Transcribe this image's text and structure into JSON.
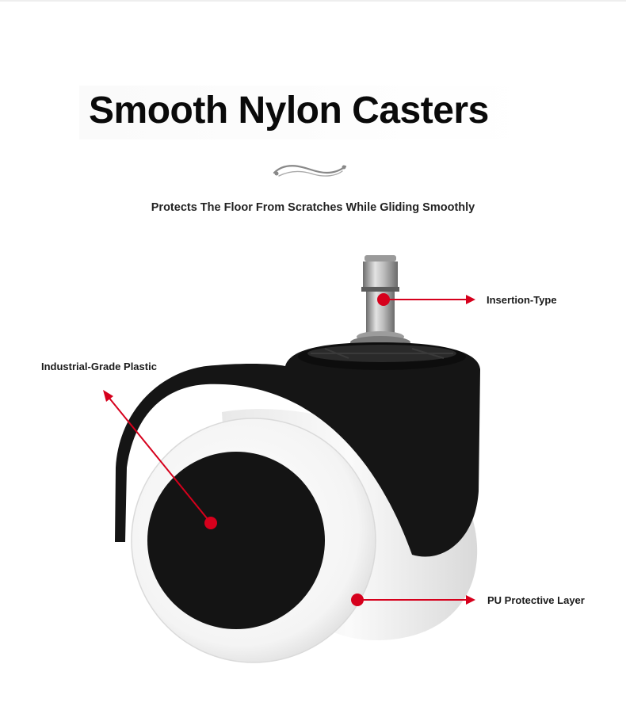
{
  "title": "Smooth Nylon Casters",
  "subtitle": "Protects The Floor From Scratches While Gliding Smoothly",
  "callouts": {
    "insertion": "Insertion-Type",
    "plastic": "Industrial-Grade Plastic",
    "pu_layer": "PU Protective Layer"
  },
  "colors": {
    "accent": "#d6001c",
    "housing": "#151515",
    "wheel": "#f7f7f7",
    "ornament": "#888888"
  },
  "icons": {
    "divider": "flourish-divider-icon",
    "caster": "office-chair-caster-illustration"
  }
}
